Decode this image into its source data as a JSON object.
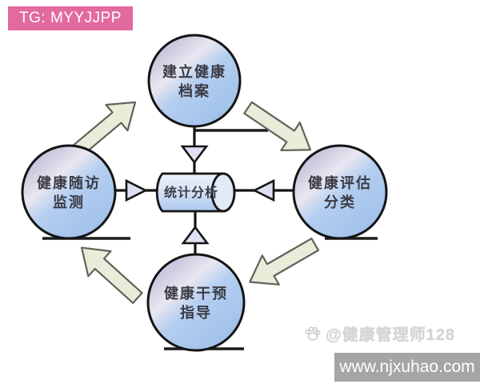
{
  "badge": {
    "label": "TG: MYYJJPP"
  },
  "diagram": {
    "center_label": "统计分析",
    "nodes": {
      "top": {
        "line1": "建立健康",
        "line2": "档案"
      },
      "right": {
        "line1": "健康评估",
        "line2": "分类"
      },
      "bottom": {
        "line1": "健康干预",
        "line2": "指导"
      },
      "left": {
        "line1": "健康随访",
        "line2": "监测"
      }
    }
  },
  "watermarks": {
    "author": "@健康管理师128",
    "website": "www.njxuhao.com"
  },
  "colors": {
    "badge_bg": "#e26a9f",
    "node_blue": "#a6c6ee",
    "node_lavender": "#c2bedd",
    "arrow_fill": "#e9ecd8",
    "cylinder_blue": "#b0cbf0",
    "triangle_fill": "#dde0f2",
    "website_bar_bg": "#a5a5a5",
    "outline": "#1b1b1b"
  }
}
